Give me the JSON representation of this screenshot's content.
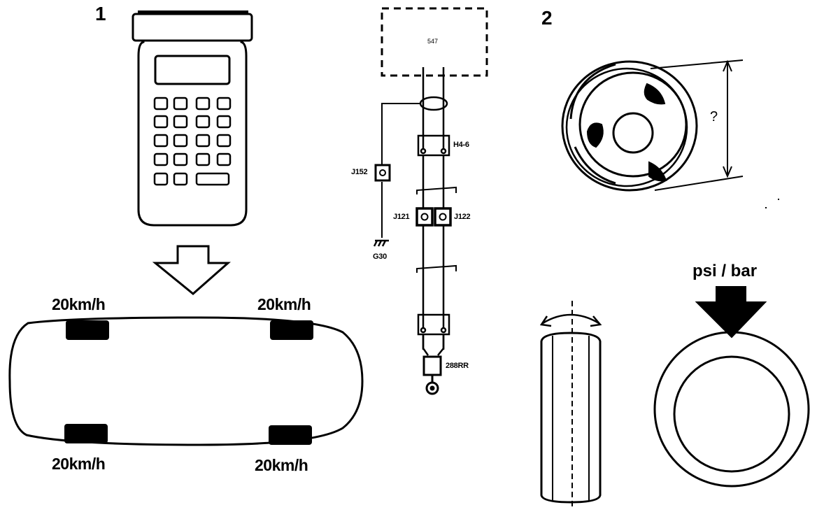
{
  "labels": {
    "step1": "1",
    "step2": "2",
    "ecu": "547",
    "connector_h46": "H4-6",
    "connector_j152": "J152",
    "connector_j121": "J121",
    "connector_j122": "J122",
    "ground_g30": "G30",
    "sensor_288rr": "288RR",
    "wheel_diameter": "?",
    "pressure_unit": "psi / bar",
    "speed_front_left": "20km/h",
    "speed_front_right": "20km/h",
    "speed_rear_left": "20km/h",
    "speed_rear_right": "20km/h"
  },
  "icons": {
    "tester": "diagnostic-tester-icon",
    "arrow": "down-arrow-icon",
    "car": "car-top-view-icon",
    "wheel": "wheel-rim-icon",
    "tyre_side": "tyre-side-view-icon",
    "tyre_front": "tyre-front-view-icon",
    "pressure_arrow": "pressure-arrow-icon"
  },
  "colors": {
    "ink": "#000000",
    "paper": "#ffffff"
  }
}
